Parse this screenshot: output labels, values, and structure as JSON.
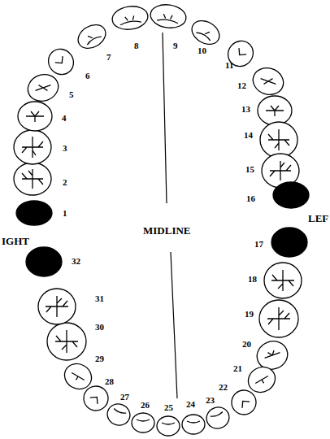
{
  "diagram": {
    "labels": [
      "1",
      "2",
      "3",
      "4",
      "5",
      "6",
      "7",
      "8",
      "9",
      "10",
      "11",
      "12",
      "13",
      "14",
      "15",
      "16",
      "17",
      "18",
      "19",
      "20",
      "21",
      "22",
      "23",
      "24",
      "25",
      "26",
      "27",
      "28",
      "29",
      "30",
      "31",
      "32",
      "MIDLINE",
      "IGHT",
      "LEF"
    ]
  }
}
